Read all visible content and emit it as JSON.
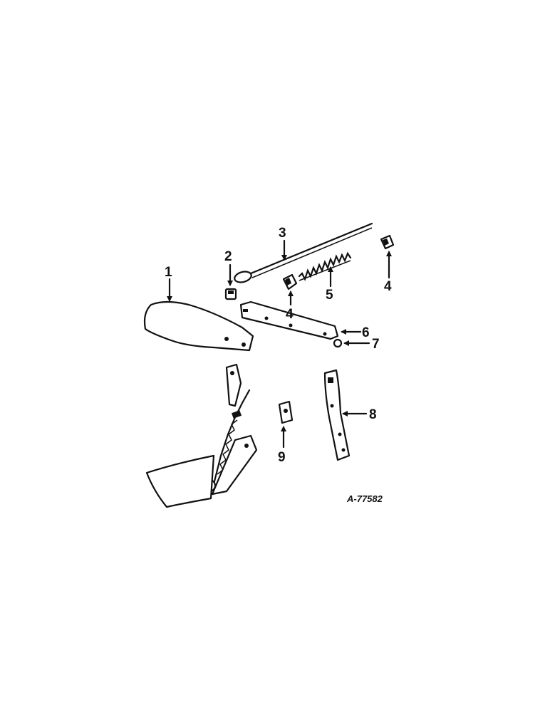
{
  "diagram": {
    "reference": "A-77582",
    "callouts": [
      {
        "id": "c1",
        "label": "1"
      },
      {
        "id": "c2",
        "label": "2"
      },
      {
        "id": "c3",
        "label": "3"
      },
      {
        "id": "c4a",
        "label": "4"
      },
      {
        "id": "c4b",
        "label": "4"
      },
      {
        "id": "c5",
        "label": "5"
      },
      {
        "id": "c6",
        "label": "6"
      },
      {
        "id": "c7",
        "label": "7"
      },
      {
        "id": "c8",
        "label": "8"
      },
      {
        "id": "c9",
        "label": "9"
      }
    ]
  }
}
